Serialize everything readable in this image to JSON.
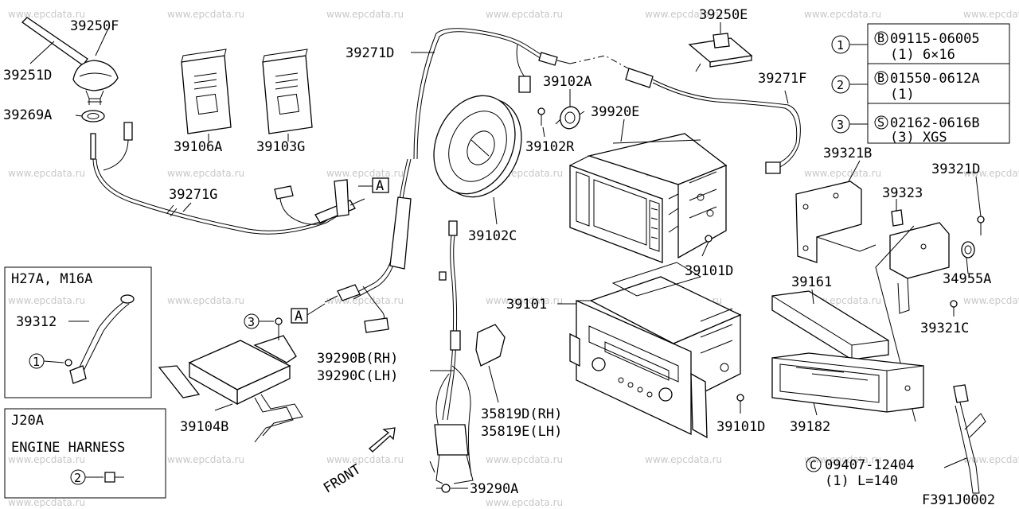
{
  "watermark": "www.epcdata.ru",
  "figure_code": "F391J0002",
  "front_label": "FRONT",
  "ref_marker": "A",
  "parts": {
    "p39250F": "39250F",
    "p39251D": "39251D",
    "p39269A": "39269A",
    "p39106A": "39106A",
    "p39103G": "39103G",
    "p39271D": "39271D",
    "p39250E": "39250E",
    "p39271F": "39271F",
    "p39102A": "39102A",
    "p39920E": "39920E",
    "p39102R": "39102R",
    "p39271G": "39271G",
    "p39102C": "39102C",
    "p39321B": "39321B",
    "p39321D": "39321D",
    "p39323": "39323",
    "p34955A": "34955A",
    "p39101D_a": "39101D",
    "p39101": "39101",
    "p39161": "39161",
    "p39321C": "39321C",
    "p39290B": "39290B(RH)",
    "p39290C": "39290C(LH)",
    "p39104B": "39104B",
    "p35819D": "35819D(RH)",
    "p35819E": "35819E(LH)",
    "p39101D_b": "39101D",
    "p39182": "39182",
    "p39290A": "39290A",
    "p39312": "39312"
  },
  "callouts": [
    {
      "num": "1",
      "prefix": "B",
      "code": "09115-06005",
      "sub": "(1) 6×16"
    },
    {
      "num": "2",
      "prefix": "B",
      "code": "01550-0612A",
      "sub": "(1)"
    },
    {
      "num": "3",
      "prefix": "S",
      "code": "02162-0616B",
      "sub": "(3) XGS"
    }
  ],
  "bottom_callout": {
    "prefix": "C",
    "code": "09407-12404",
    "sub": "(1) L=140"
  },
  "inset1": {
    "title": "H27A, M16A",
    "part": "39312",
    "callout": "1"
  },
  "inset2": {
    "title": "J20A",
    "subtitle": "ENGINE HARNESS",
    "callout": "2"
  },
  "screw_callout_main": "3"
}
